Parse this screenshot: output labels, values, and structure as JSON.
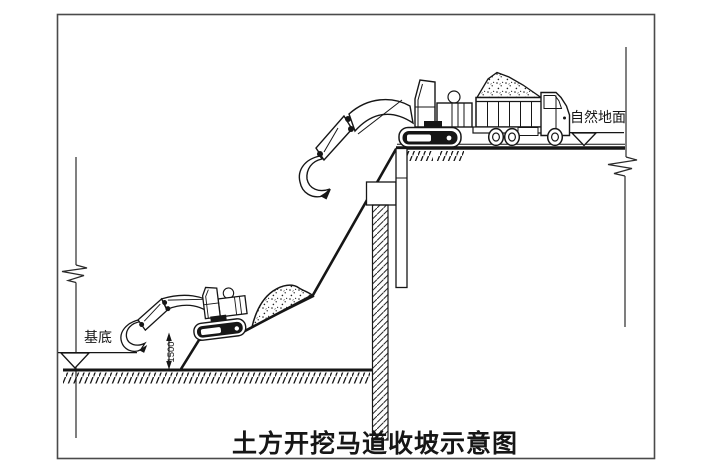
{
  "figure": {
    "title": "土方开挖马道收坡示意图",
    "labels": {
      "natural_ground": "自然地面",
      "foundation_base": "基底",
      "ramp_height": "1500"
    },
    "colors": {
      "ink": "#161616",
      "frame": "#4a4a4a",
      "background": "#ffffff"
    },
    "components": [
      "upper-excavator",
      "dump-truck",
      "lower-excavator",
      "spoil-pile",
      "support-pile",
      "soil-mixing-pile",
      "ramp-slope-profile",
      "natural-ground-line",
      "foundation-base-line",
      "break-symbol",
      "level-symbol",
      "height-dimension",
      "drawing-border"
    ]
  }
}
